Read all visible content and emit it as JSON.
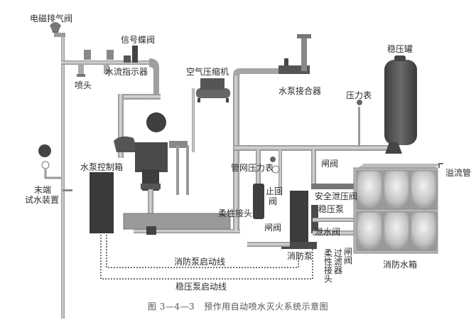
{
  "title": "预作用自动喷水灭火系统示意图",
  "caption": {
    "figure_number": "图 3—4—3",
    "text": "预作用自动喷水灭火系统示意图"
  },
  "colors": {
    "pipe": "#a9a9a9",
    "pipe_dark": "#6f6f6f",
    "equipment": "#4a4a4a",
    "tank_panel": "#c9c9c9",
    "dashed_line": "#444444",
    "background": "#ffffff"
  },
  "labels": {
    "solenoid_vent_valve": "电磁排气阀",
    "signal_butterfly_valve": "信号蝶阀",
    "sprinkler_head": "喷头",
    "water_flow_indicator": "水流指示器",
    "air_compressor": "空气压缩机",
    "pump_adapter": "水泵接合器",
    "pressure_tank": "稳压罐",
    "pressure_gauge": "压力表",
    "end_test_device_line1": "末端",
    "end_test_device_line2": "试水装置",
    "pump_control_box": "水泵控制箱",
    "pipe_network_gauge": "管网压力表",
    "gate_valve_top": "闸阀",
    "overflow_pipe": "溢流管",
    "check_valve_line1": "止回",
    "check_valve_line2": "阀",
    "safety_relief_valve": "安全泄压阀",
    "jockey_pump": "稳压泵",
    "flexible_joint_left": "柔性接头",
    "gate_valve_mid": "闸阀",
    "drain_valve": "泄水阀",
    "fire_pump": "消防泵",
    "flexible_joint_vertical": "柔性接头",
    "filter_vertical": "过滤器",
    "gate_valve_vertical": "闸阀",
    "fire_water_tank": "消防水箱",
    "fire_pump_start_line": "消防泵启动线",
    "jockey_pump_start_line": "稳压泵启动线"
  }
}
